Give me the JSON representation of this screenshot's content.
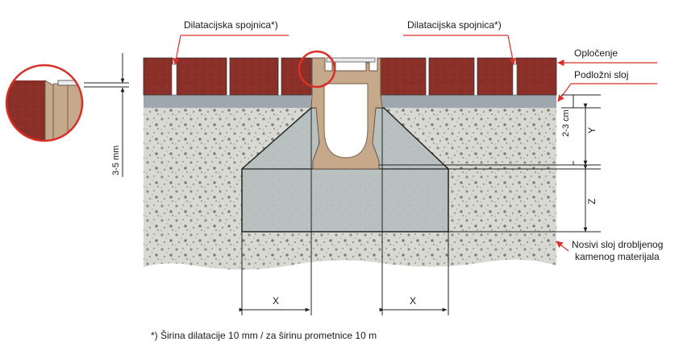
{
  "labels": {
    "expansion_joint_left": "Dilatacijska spojnica*)",
    "expansion_joint_right": "Dilatacijska spojnica*)",
    "paving": "Opločenje",
    "bedding_layer": "Podložni sloj",
    "base_layer_line1": "Nosivi sloj drobljenog",
    "base_layer_line2": "kamenog materijala",
    "gap_dimension": "3-5 mm",
    "layer_thickness": "2-3 cm",
    "dim_y": "Y",
    "dim_z": "Z",
    "dim_x_left": "X",
    "dim_x_right": "X"
  },
  "footnote": "*) Širina dilatacije 10 mm / za širinu prometnice 10 m",
  "colors": {
    "brick": "#8a2f27",
    "bedding": "#9ea7ad",
    "gravel": "#d8d8d2",
    "concrete": "#b9c0bf",
    "channel": "#c6a88a",
    "arrow_red": "#d9312a",
    "line": "#222222"
  }
}
